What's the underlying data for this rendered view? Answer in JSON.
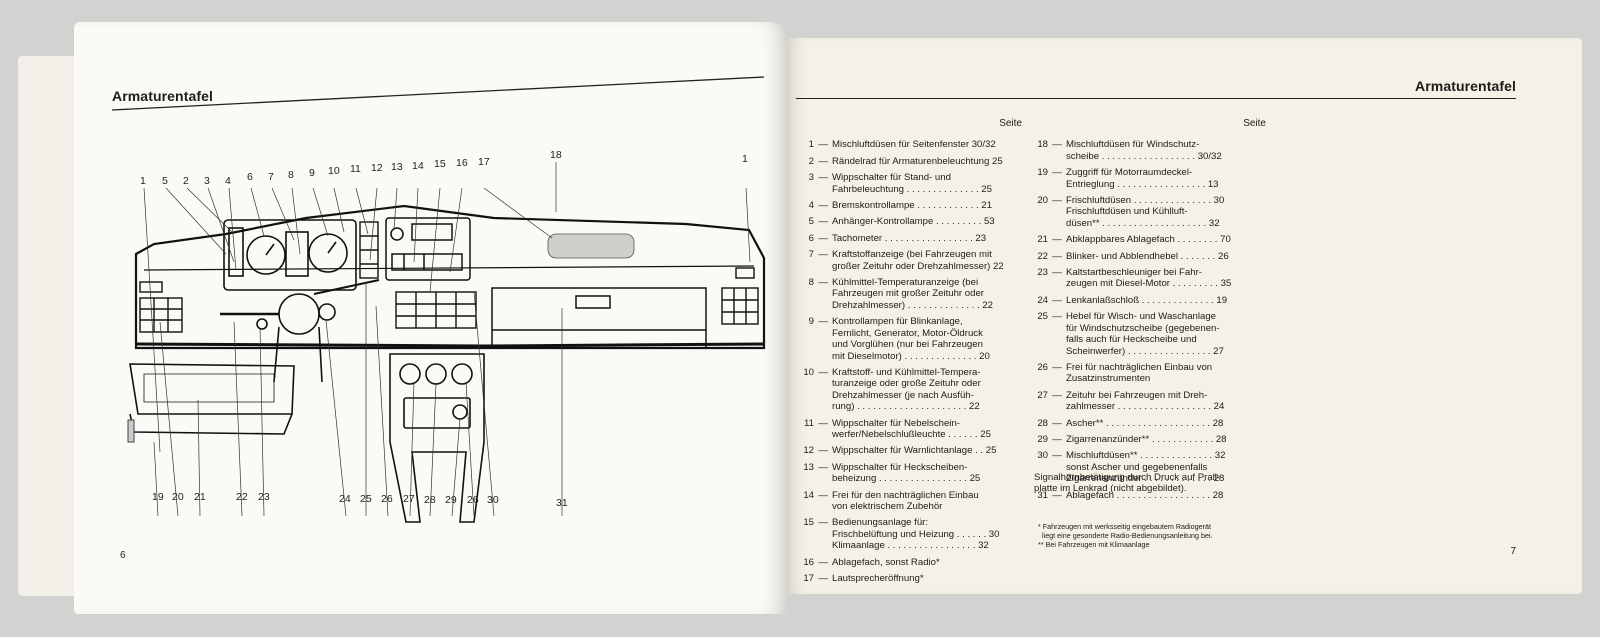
{
  "left_page": {
    "title": "Armaturentafel",
    "page_number": "6",
    "callouts_top": [
      "1",
      "5",
      "2",
      "3",
      "4",
      "6",
      "7",
      "8",
      "9",
      "10",
      "11",
      "12",
      "13",
      "14",
      "15",
      "16",
      "17",
      "18",
      "1"
    ],
    "callouts_bottom": [
      "19",
      "20",
      "21",
      "22",
      "23",
      "24",
      "25",
      "26",
      "27",
      "28",
      "29",
      "26",
      "30",
      "31"
    ]
  },
  "right_page": {
    "title": "Armaturentafel",
    "page_number": "7",
    "seite_label": "Seite",
    "entries_left": [
      {
        "num": "1",
        "lines": [
          "Mischluftdüsen für Seitenfenster  30/32"
        ]
      },
      {
        "num": "2",
        "lines": [
          "Rändelrad für Armaturenbeleuchtung 25"
        ]
      },
      {
        "num": "3",
        "lines": [
          "Wippschalter für Stand- und",
          "Fahrbeleuchtung . . . . . . . . . . . . . . 25"
        ]
      },
      {
        "num": "4",
        "lines": [
          "Bremskontrollampe . . . . . . . . . . . . 21"
        ]
      },
      {
        "num": "5",
        "lines": [
          "Anhänger-Kontrollampe . . . . . . . . . 53"
        ]
      },
      {
        "num": "6",
        "lines": [
          "Tachometer . . . . . . . . . . . . . . . . . 23"
        ]
      },
      {
        "num": "7",
        "lines": [
          "Kraftstoffanzeige (bei Fahrzeugen mit",
          "großer Zeituhr oder Drehzahlmesser) 22"
        ]
      },
      {
        "num": "8",
        "lines": [
          "Kühlmittel-Temperaturanzeige (bei",
          "Fahrzeugen mit großer Zeituhr oder",
          "Drehzahlmesser) . . . . . . . . . . . . . . 22"
        ]
      },
      {
        "num": "9",
        "lines": [
          "Kontrollampen für Blinkanlage,",
          "Fernlicht, Generator, Motor-Öldruck",
          "und Vorglühen (nur bei Fahrzeugen",
          "mit Dieselmotor) . . . . . . . . . . . . . . 20"
        ]
      },
      {
        "num": "10",
        "lines": [
          "Kraftstoff- und Kühlmittel-Tempera-",
          "turanzeige oder große Zeituhr oder",
          "Drehzahlmesser (je nach Ausfüh-",
          "rung) . . . . . . . . . . . . . . . . . . . . . 22"
        ]
      },
      {
        "num": "11",
        "lines": [
          "Wippschalter für Nebelschein-",
          "werfer/Nebelschlußleuchte . . . . . . 25"
        ]
      },
      {
        "num": "12",
        "lines": [
          "Wippschalter für Warnlichtanlage . . 25"
        ]
      },
      {
        "num": "13",
        "lines": [
          "Wippschalter für Heckscheiben-",
          "beheizung  . . . . . . . . . . . . . . . . . 25"
        ]
      },
      {
        "num": "14",
        "lines": [
          "Frei für den nachträglichen Einbau",
          "von elektrischem Zubehör"
        ]
      },
      {
        "num": "15",
        "lines": [
          "Bedienungsanlage für:",
          "Frischbelüftung und Heizung . . . . . . 30",
          "Klimaanlage . . . . . . . . . . . . . . . . . 32"
        ]
      },
      {
        "num": "16",
        "lines": [
          "Ablagefach, sonst Radio*"
        ]
      },
      {
        "num": "17",
        "lines": [
          "Lautsprecheröffnung*"
        ]
      }
    ],
    "entries_right": [
      {
        "num": "18",
        "lines": [
          "Mischluftdüsen für Windschutz-",
          "scheibe . . . . . . . . . . . . . . . . . . 30/32"
        ]
      },
      {
        "num": "19",
        "lines": [
          "Zuggriff für Motorraumdeckel-",
          "Entrieglung . . . . . . . . . . . . . . . . . 13"
        ]
      },
      {
        "num": "20",
        "lines": [
          "Frischluftdüsen . . . . . . . . . . . . . . . 30",
          "Frischluftdüsen und Kühlluft-",
          "düsen** . . . . . . . . . . . . . . . . . . . . 32"
        ]
      },
      {
        "num": "21",
        "lines": [
          "Abklappbares Ablagefach . . . . . . . . 70"
        ]
      },
      {
        "num": "22",
        "lines": [
          "Blinker- und Abblendhebel  . . . . . . . 26"
        ]
      },
      {
        "num": "23",
        "lines": [
          "Kaltstartbeschleuniger bei Fahr-",
          "zeugen mit Diesel-Motor . . . . . . . . . 35"
        ]
      },
      {
        "num": "24",
        "lines": [
          "Lenkanlaßschloß . . . . . . . . . . . . . . 19"
        ]
      },
      {
        "num": "25",
        "lines": [
          "Hebel für Wisch- und Waschanlage",
          "für Windschutzscheibe (gegebenen-",
          "falls auch für Heckscheibe und",
          "Scheinwerfer) . . . . . . . . . . . . . . . . 27"
        ]
      },
      {
        "num": "26",
        "lines": [
          "Frei für nachträglichen Einbau von",
          "Zusatzinstrumenten"
        ]
      },
      {
        "num": "27",
        "lines": [
          "Zeituhr bei Fahrzeugen mit Dreh-",
          "zahlmesser . . . . . . . . . . . . . . . . . . 24"
        ]
      },
      {
        "num": "28",
        "lines": [
          "Ascher** . . . . . . . . . . . . . . . . . . . . 28"
        ]
      },
      {
        "num": "29",
        "lines": [
          "Zigarrenanzünder** . . . . . . . . . . . . 28"
        ]
      },
      {
        "num": "30",
        "lines": [
          "Mischluftdüsen** . . . . . . . . . . . . . . 32",
          "sonst Ascher und gegebenenfalls",
          "Zigarrenanzünder . . . . . . . . . . . . . 28"
        ]
      },
      {
        "num": "31",
        "lines": [
          "Ablagefach . . . . . . . . . . . . . . . . . . 28"
        ]
      }
    ],
    "horn_note": [
      "Signalhornbetätigung durch Druck auf Prall-",
      "platte im Lenkrad (nicht abgebildet)."
    ],
    "footnotes": [
      "* Fahrzeugen mit werksseitig eingebautem Radiogerät",
      "  liegt eine gesonderte Radio-Bedienungsanleitung bei.",
      "** Bei Fahrzeugen mit Klimaanlage"
    ]
  }
}
